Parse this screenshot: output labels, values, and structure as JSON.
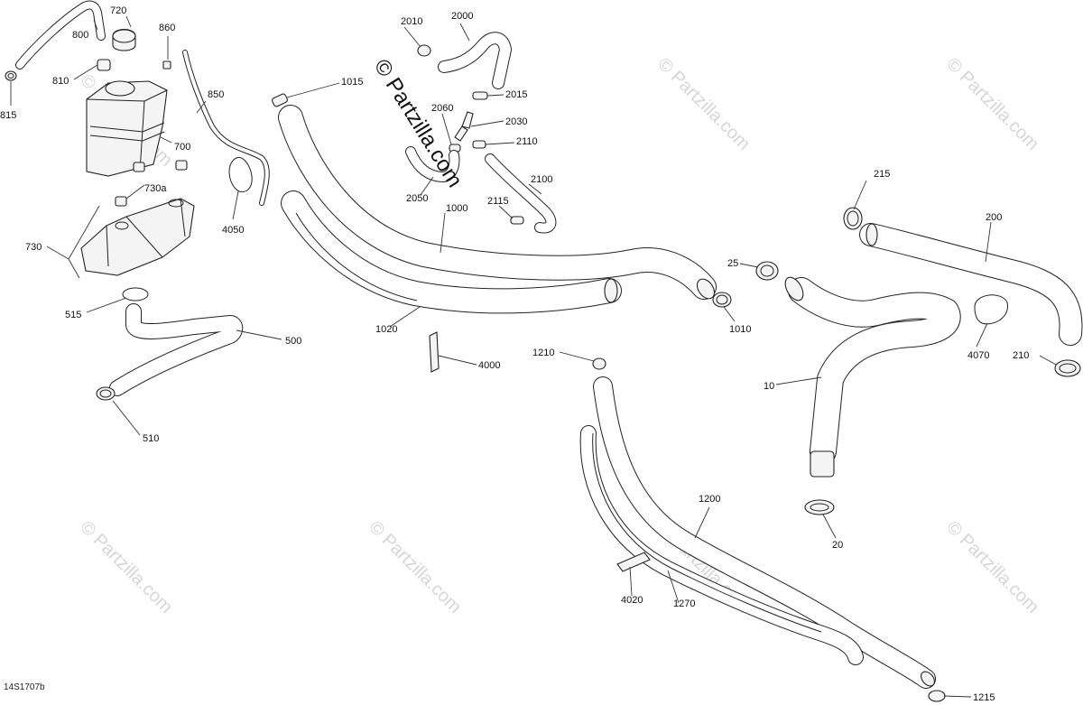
{
  "callouts": {
    "c800": "800",
    "c720": "720",
    "c860": "860",
    "c810": "810",
    "c815": "815",
    "c850": "850",
    "c700": "700",
    "c730a": "730a",
    "c4050": "4050",
    "c730": "730",
    "c515": "515",
    "c500": "500",
    "c510": "510",
    "c2010": "2010",
    "c2000": "2000",
    "c1015": "1015",
    "c2015": "2015",
    "c2060": "2060",
    "c2030": "2030",
    "c2110": "2110",
    "c2100": "2100",
    "c2050": "2050",
    "c2115": "2115",
    "c1000": "1000",
    "c1020": "1020",
    "c4000": "4000",
    "c1210": "1210",
    "c25": "25",
    "c1010": "1010",
    "c215": "215",
    "c200": "200",
    "c4070": "4070",
    "c210": "210",
    "c10": "10",
    "c1200": "1200",
    "c20": "20",
    "c4020": "4020",
    "c1270": "1270",
    "c1215": "1215"
  },
  "watermark": {
    "main": "© Partzilla.com",
    "repeat": "© Partzilla.com"
  },
  "doc_id": "14S1707b"
}
